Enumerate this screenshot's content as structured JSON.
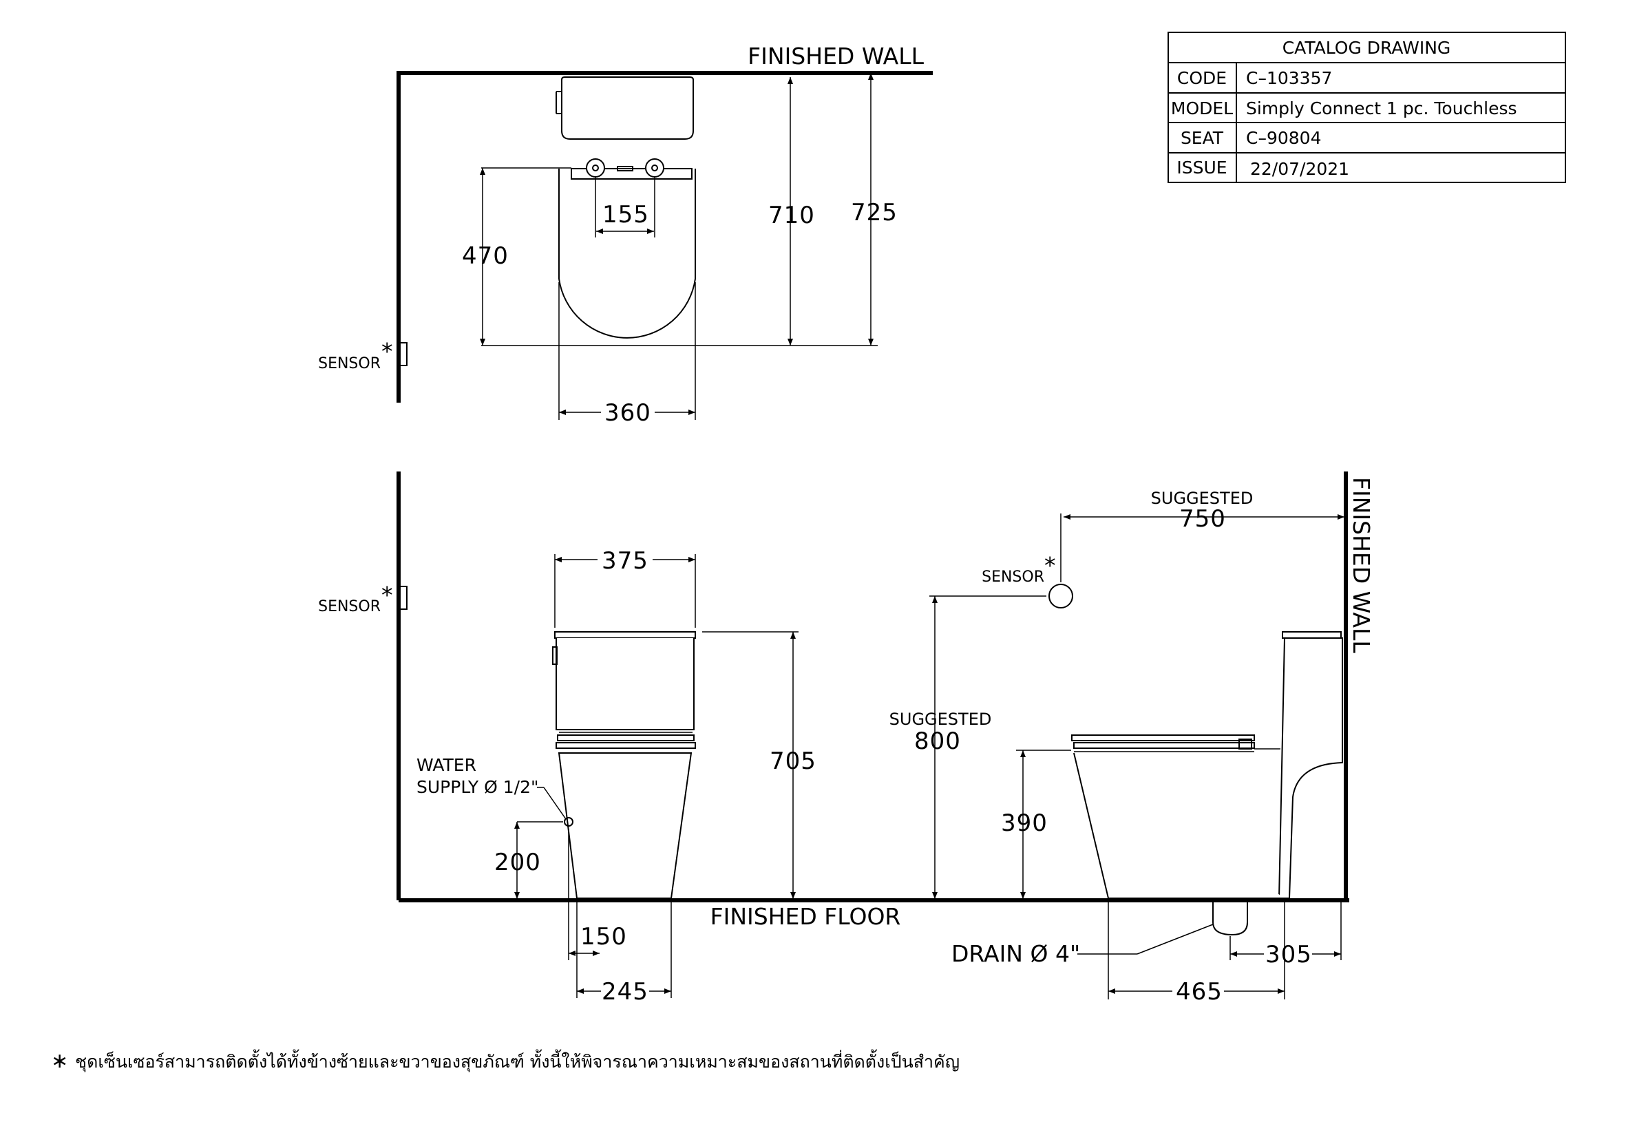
{
  "title_block": {
    "header": "CATALOG  DRAWING",
    "rows": [
      {
        "label": "CODE",
        "value": "C–103357"
      },
      {
        "label": "MODEL",
        "value": "Simply  Connect  1  pc.  Touchless"
      },
      {
        "label": "SEAT",
        "value": "C–90804"
      },
      {
        "label": "ISSUE",
        "value": "22/07/2021"
      }
    ]
  },
  "plan_view": {
    "finished_wall": "FINISHED WALL",
    "sensor": "SENSOR",
    "dims": {
      "d155": "155",
      "d470": "470",
      "d710": "710",
      "d725": "725",
      "d360": "360"
    }
  },
  "front_view": {
    "sensor": "SENSOR",
    "water_supply_line1": "WATER",
    "water_supply_line2": "SUPPLY Ø 1/2\"",
    "finished_floor": "FINISHED FLOOR",
    "dims": {
      "d375": "375",
      "d705": "705",
      "d200": "200",
      "d150": "150",
      "d245": "245"
    }
  },
  "side_view": {
    "sensor": "SENSOR",
    "suggested": "SUGGESTED",
    "finished_wall": "FINISHED WALL",
    "drain": "DRAIN Ø 4\"",
    "dims": {
      "d750": "750",
      "d800": "800",
      "d390": "390",
      "d305": "305",
      "d465": "465"
    }
  },
  "footnote": {
    "star": "∗",
    "text": "ชุดเซ็นเซอร์สามารถติดตั้งได้ทั้งข้างซ้ายและขวาของสุขภัณฑ์ ทั้งนี้ให้พิจารณาความเหมาะสมของสถานที่ติดตั้งเป็นสำคัญ"
  }
}
